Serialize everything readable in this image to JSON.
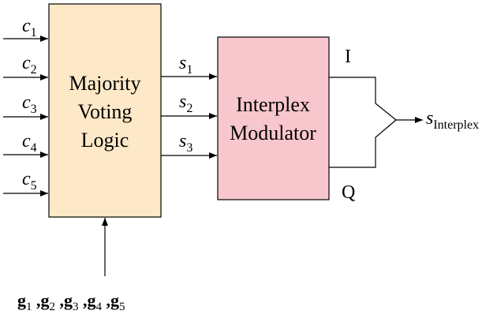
{
  "colors": {
    "voting_block_fill": "#fde9c8",
    "modulator_block_fill": "#f8c7cd",
    "stroke": "#000000"
  },
  "voting_block": {
    "lines": [
      "Majority",
      "Voting",
      "Logic"
    ]
  },
  "modulator_block": {
    "lines": [
      "Interplex",
      "Modulator"
    ]
  },
  "inputs": [
    {
      "main": "c",
      "sub": "1"
    },
    {
      "main": "c",
      "sub": "2"
    },
    {
      "main": "c",
      "sub": "3"
    },
    {
      "main": "c",
      "sub": "4"
    },
    {
      "main": "c",
      "sub": "5"
    }
  ],
  "mid_signals": [
    {
      "main": "s",
      "sub": "1"
    },
    {
      "main": "s",
      "sub": "2"
    },
    {
      "main": "s",
      "sub": "3"
    }
  ],
  "output": {
    "main": "s",
    "sub": "Interplex"
  },
  "branch_labels": {
    "upper": "I",
    "lower": "Q"
  },
  "control": [
    {
      "main": "g",
      "sub": "1"
    },
    {
      "main": "g",
      "sub": "2"
    },
    {
      "main": "g",
      "sub": "3"
    },
    {
      "main": "g",
      "sub": "4"
    },
    {
      "main": "g",
      "sub": "5"
    }
  ],
  "control_separator": " ,"
}
